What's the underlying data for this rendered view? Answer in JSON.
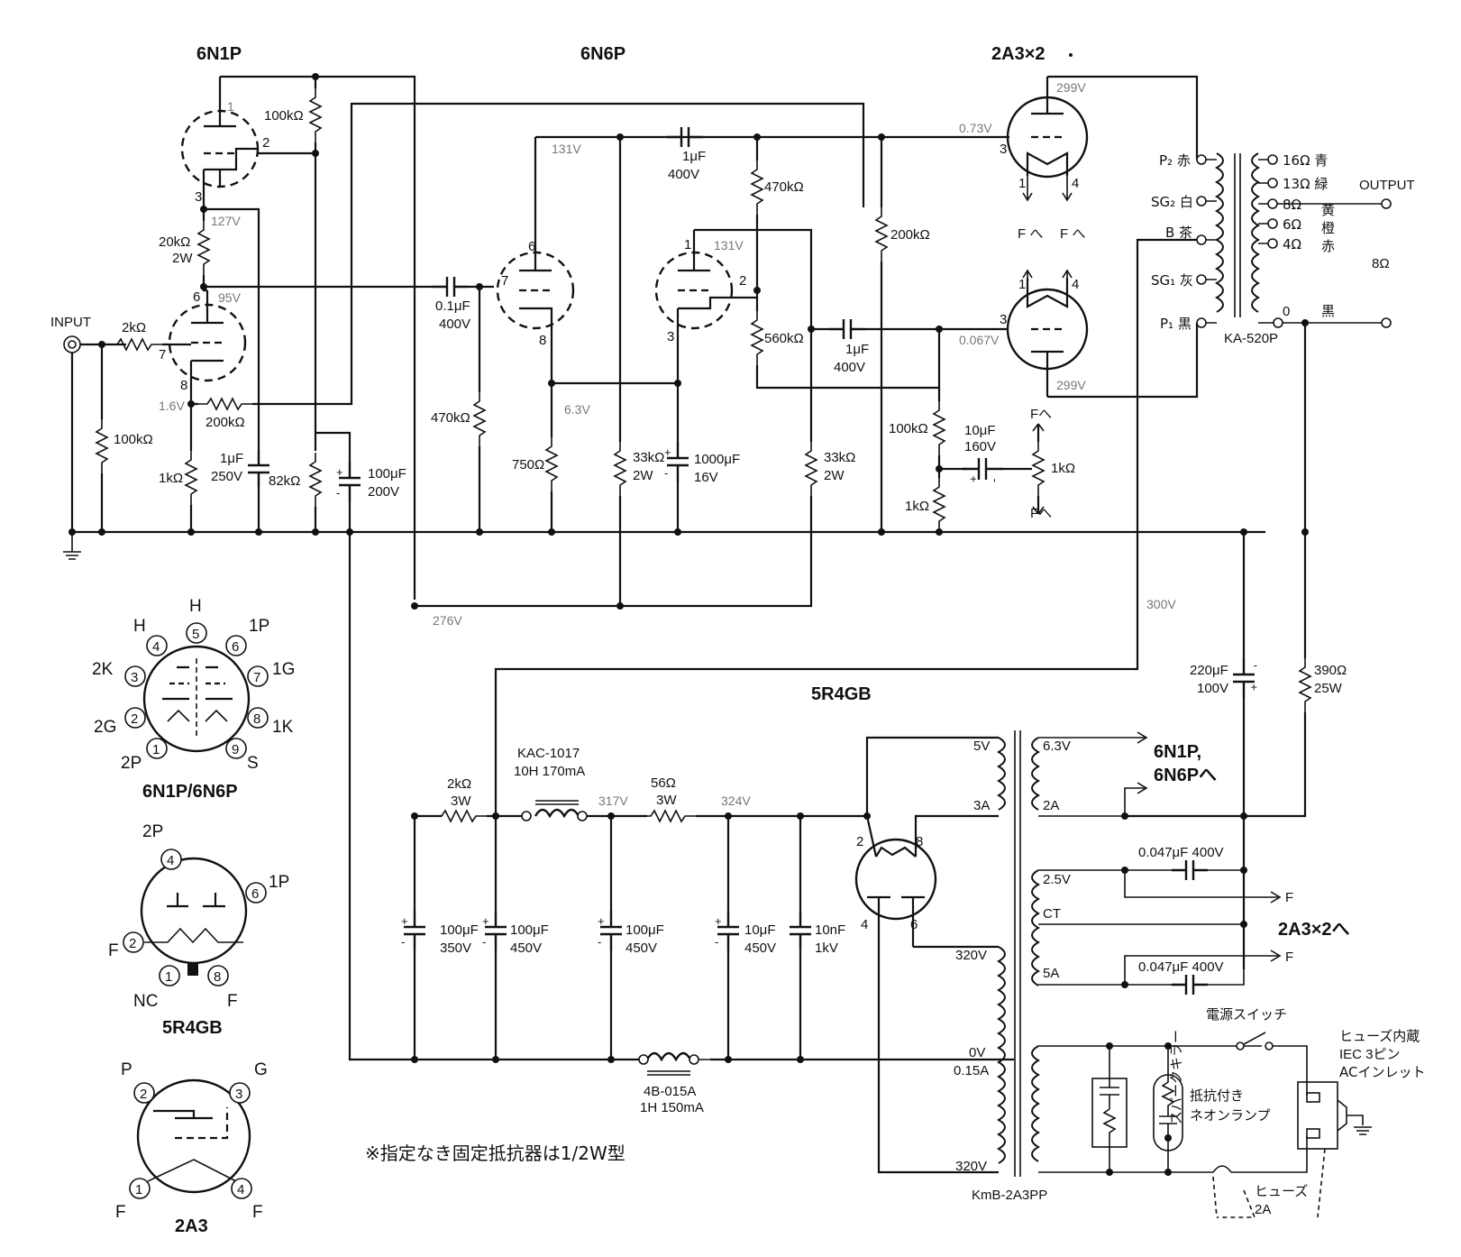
{
  "titles": {
    "t1": "6N1P",
    "t2": "6N6P",
    "t3": "2A3×2",
    "t4": "5R4GB"
  },
  "io": {
    "input": "INPUT",
    "output": "OUTPUT",
    "out_imp": "8Ω"
  },
  "voltages": {
    "v127": "127V",
    "v95": "95V",
    "v16": "1.6V",
    "v131a": "131V",
    "v131b": "131V",
    "v63": "6.3V",
    "v299a": "299V",
    "v299b": "299V",
    "v073": "0.73V",
    "v0067": "0.067V",
    "v276": "276V",
    "v300": "300V",
    "v317": "317V",
    "v324": "324V"
  },
  "resistors": {
    "r100k_top": "100kΩ",
    "r20k": "20kΩ",
    "r20k_w": "2W",
    "r2k": "2kΩ",
    "r200k_fb": "200kΩ",
    "r100k_in": "100kΩ",
    "r1k_cath": "1kΩ",
    "r82k": "82kΩ",
    "r470k_a": "470kΩ",
    "r470k_b": "470kΩ",
    "r750": "750Ω",
    "r33k_a": "33kΩ",
    "r33k_a_w": "2W",
    "r33k_b": "33kΩ",
    "r33k_b_w": "2W",
    "r560k": "560kΩ",
    "r200k_mid": "200kΩ",
    "r100k_bias": "100kΩ",
    "r1k_bias": "1kΩ",
    "pot1k": "1kΩ",
    "r390": "390Ω",
    "r390_w": "25W",
    "r2k_ps": "2kΩ",
    "r2k_ps_w": "3W",
    "r56": "56Ω",
    "r56_w": "3W"
  },
  "capacitors": {
    "c1u_250": "1μF",
    "c1u_250_v": "250V",
    "c100u_200": "100μF",
    "c100u_200_v": "200V",
    "c01u": "0.1μF",
    "c01u_v": "400V",
    "c1u_a": "1μF",
    "c1u_a_v": "400V",
    "c1000u": "1000μF",
    "c1000u_v": "16V",
    "c1u_b": "1μF",
    "c1u_b_v": "400V",
    "c10u_160": "10μF",
    "c10u_160_v": "160V",
    "c220u": "220μF",
    "c220u_v": "100V",
    "c100u_350": "100μF",
    "c100u_350_v": "350V",
    "c100u_450a": "100μF",
    "c100u_450a_v": "450V",
    "c100u_450b": "100μF",
    "c100u_450b_v": "450V",
    "c10u_450": "10μF",
    "c10u_450_v": "450V",
    "c10n": "10nF",
    "c10n_v": "1kV",
    "c047a": "0.047μF 400V",
    "c047b": "0.047μF 400V"
  },
  "heater": {
    "fa1": "F へ",
    "fa2": "F へ",
    "fb1": "Fへ",
    "fb2": "Fへ",
    "f1": "F",
    "f2": "F",
    "to_small": "6N1P,",
    "to_small2": "6N6Pへ",
    "to_2a3": "2A3×2へ"
  },
  "opt": {
    "p2": "P₂ 赤",
    "sg2": "SG₂ 白",
    "b": "B 茶",
    "sg1": "SG₁ 灰",
    "p1": "P₁ 黒",
    "o16": "16Ω 青",
    "o13": "13Ω 緑",
    "o8": "8Ω",
    "o8c": "黄",
    "o6": "6Ω",
    "o6c": "橙",
    "o4": "4Ω",
    "o4c": "赤",
    "o0": "0",
    "o0c": "黒",
    "model": "KA-520P"
  },
  "power": {
    "choke1": "KAC-1017",
    "choke1_spec": "10H 170mA",
    "choke2": "4B-015A",
    "choke2_spec": "1H 150mA",
    "pt": "KmB-2A3PP",
    "s5v": "5V",
    "s3a": "3A",
    "s63": "6.3V",
    "s2a": "2A",
    "s25": "2.5V",
    "sct": "CT",
    "s5a": "5A",
    "s320a": "320V",
    "s0v": "0V",
    "s015": "0.15A",
    "s320b": "320V",
    "switch": "電源スイッチ",
    "spark": "スパークキラー",
    "neon1": "抵抗付き",
    "neon2": "ネオンランプ",
    "fuse": "ヒューズ",
    "fuse_v": "2A",
    "inlet1": "ヒューズ内蔵",
    "inlet2": "IEC 3ピン",
    "inlet3": "ACインレット"
  },
  "note": "※指定なき固定抵抗器は1/2W型",
  "pinouts": {
    "p1": {
      "name": "6N1P/6N6P",
      "h5": "H",
      "h4": "H",
      "p6": "1P",
      "k3": "2K",
      "g7": "1G",
      "g2": "2G",
      "k8": "1K",
      "p1": "2P",
      "s9": "S"
    },
    "p2": {
      "name": "5R4GB",
      "p4": "2P",
      "p6": "1P",
      "f2": "F",
      "nc": "NC",
      "f8": "F"
    },
    "p3": {
      "name": "2A3",
      "p": "P",
      "g": "G",
      "f1": "F",
      "f4": "F"
    }
  }
}
